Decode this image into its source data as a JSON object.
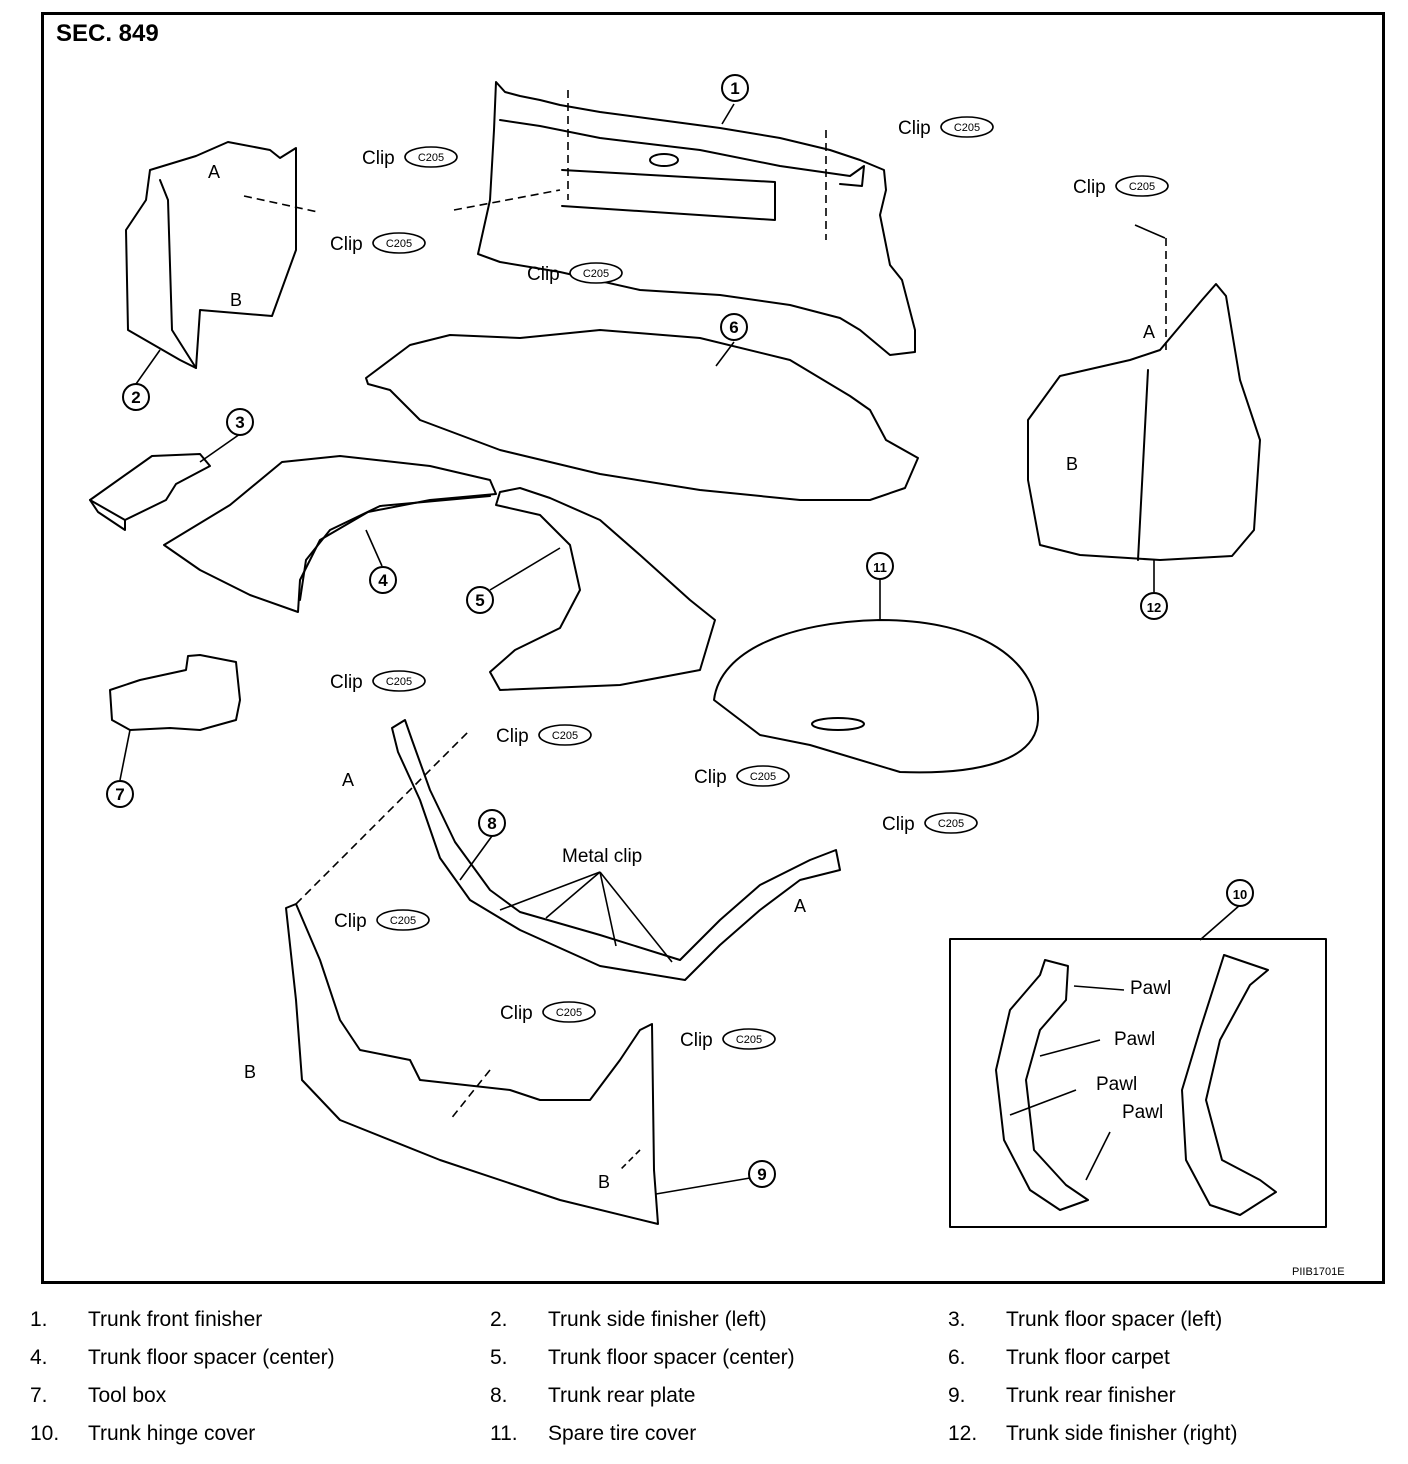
{
  "section_label": "SEC. 849",
  "figure_code": "PIIB1701E",
  "clip_label": "Clip",
  "clip_code": "C205",
  "metal_clip_label": "Metal clip",
  "pawl_label": "Pawl",
  "ref_a": "A",
  "ref_b": "B",
  "callouts": [
    "1",
    "2",
    "3",
    "4",
    "5",
    "6",
    "7",
    "8",
    "9",
    "10",
    "11",
    "12"
  ],
  "legend": [
    {
      "num": "1.",
      "label": "Trunk front finisher"
    },
    {
      "num": "2.",
      "label": "Trunk side finisher (left)"
    },
    {
      "num": "3.",
      "label": "Trunk floor spacer (left)"
    },
    {
      "num": "4.",
      "label": "Trunk floor spacer  (center)"
    },
    {
      "num": "5.",
      "label": "Trunk floor spacer (center)"
    },
    {
      "num": "6.",
      "label": "Trunk floor carpet"
    },
    {
      "num": "7.",
      "label": "Tool box"
    },
    {
      "num": "8.",
      "label": "Trunk rear plate"
    },
    {
      "num": "9.",
      "label": "Trunk rear finisher"
    },
    {
      "num": "10.",
      "label": "Trunk hinge cover"
    },
    {
      "num": "11.",
      "label": "Spare tire cover"
    },
    {
      "num": "12.",
      "label": "Trunk side finisher (right)"
    }
  ]
}
